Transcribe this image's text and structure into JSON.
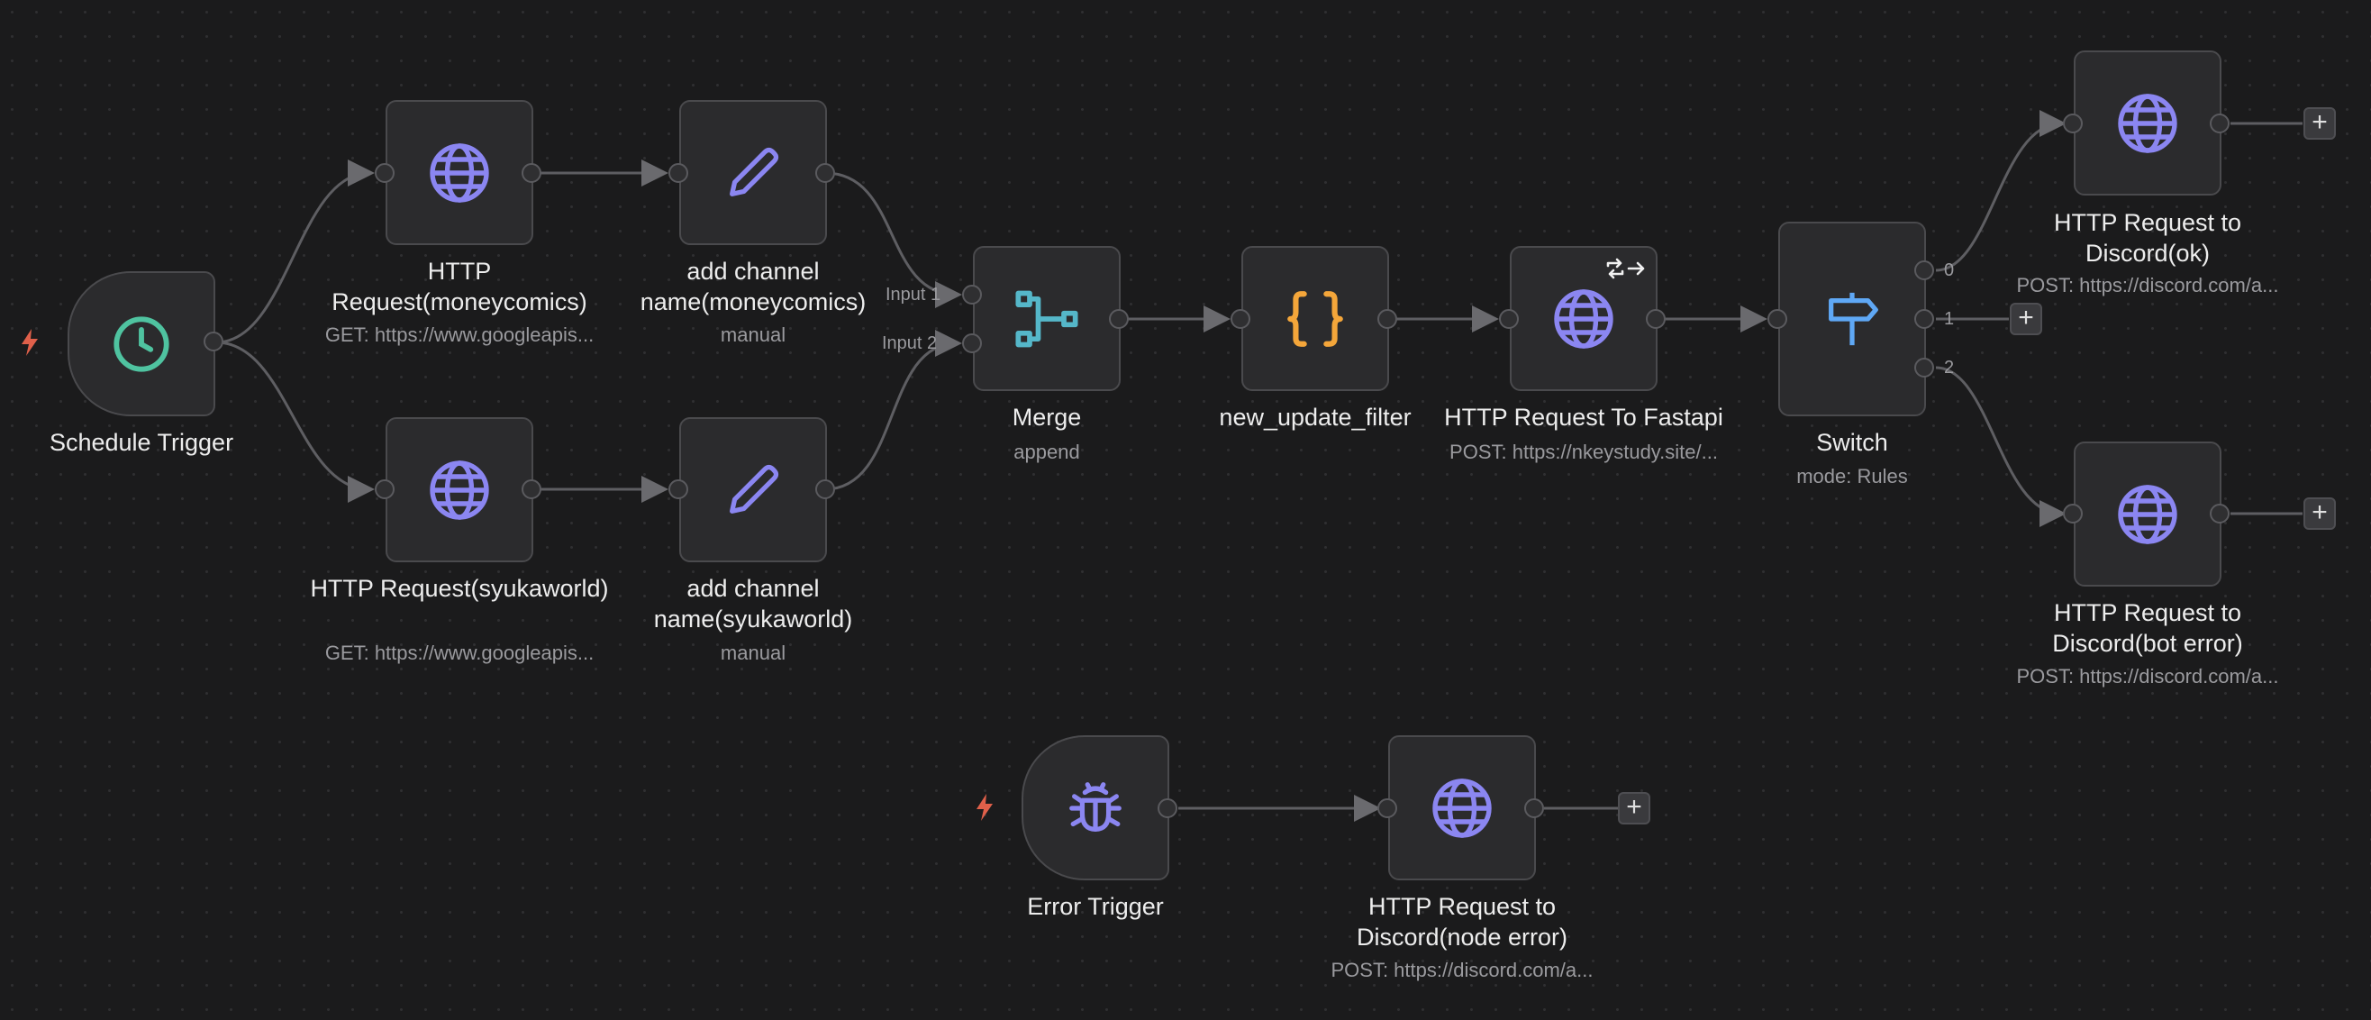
{
  "colors": {
    "background": "#1b1b1c",
    "node_fill": "#2b2b2d",
    "http_icon": "#8b86f1",
    "edit_icon": "#8b86f1",
    "clock_icon": "#4fc3a0",
    "merge_icon": "#55b7c9",
    "code_icon": "#f4a63a",
    "switch_icon": "#5fa8f5",
    "bug_icon": "#8b86f1",
    "trigger_bolt": "#e0604a"
  },
  "nodes": {
    "schedule_trigger": {
      "label": "Schedule Trigger",
      "icon": "clock-icon"
    },
    "http_moneycomics": {
      "label": "HTTP Request(moneycomics)",
      "subtitle": "GET: https://www.googleapis...",
      "icon": "globe-icon"
    },
    "add_channel_moneycomics": {
      "label": "add channel name(moneycomics)",
      "subtitle": "manual",
      "icon": "pencil-icon"
    },
    "http_syukaworld": {
      "label": "HTTP Request(syukaworld)",
      "subtitle": "GET: https://www.googleapis...",
      "icon": "globe-icon"
    },
    "add_channel_syukaworld": {
      "label": "add channel name(syukaworld)",
      "subtitle": "manual",
      "icon": "pencil-icon"
    },
    "merge": {
      "label": "Merge",
      "subtitle": "append",
      "input1": "Input 1",
      "input2": "Input 2",
      "icon": "merge-icon"
    },
    "new_update_filter": {
      "label": "new_update_filter",
      "icon": "code-braces-icon"
    },
    "http_fastapi": {
      "label": "HTTP Request To Fastapi",
      "subtitle": "POST: https://nkeystudy.site/...",
      "icon": "globe-icon",
      "badge_icon": "retry-arrow-icon"
    },
    "switch": {
      "label": "Switch",
      "subtitle": "mode: Rules",
      "outputs": [
        "0",
        "1",
        "2"
      ],
      "icon": "signpost-icon"
    },
    "discord_ok": {
      "label": "HTTP Request to Discord(ok)",
      "subtitle": "POST: https://discord.com/a...",
      "icon": "globe-icon"
    },
    "discord_bot_error": {
      "label": "HTTP Request to Discord(bot error)",
      "subtitle": "POST: https://discord.com/a...",
      "icon": "globe-icon"
    },
    "error_trigger": {
      "label": "Error Trigger",
      "icon": "bug-icon"
    },
    "discord_node_error": {
      "label": "HTTP Request to Discord(node error)",
      "subtitle": "POST: https://discord.com/a...",
      "icon": "globe-icon"
    }
  },
  "add_button": "+"
}
